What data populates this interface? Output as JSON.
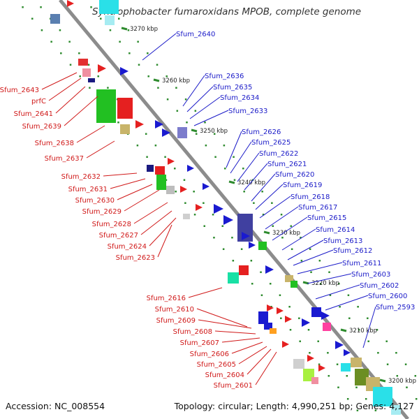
{
  "title": "Syntrophobacter fumaroxidans MPOB, complete genome",
  "footer": {
    "accession": "Accession: NC_008554",
    "summary": "Topology: circular; Length: 4,990,251 bp; Genes: 4,127"
  },
  "colors": {
    "backbone": "#888888",
    "tick": "#2e8b2e",
    "forward_label": "#1a1ac8",
    "reverse_label": "#d01818"
  },
  "scale_labels": [
    "3270 kbp",
    "3260 kbp",
    "3250 kbp",
    "3240 kbp",
    "3230 kbp",
    "3220 kbp",
    "3210 kbp",
    "3200 kbp"
  ],
  "forward_genes": [
    "Sfum_2640",
    "Sfum_2636",
    "Sfum_2635",
    "Sfum_2634",
    "Sfum_2633",
    "Sfum_2626",
    "Sfum_2625",
    "Sfum_2622",
    "Sfum_2621",
    "Sfum_2620",
    "Sfum_2619",
    "Sfum_2618",
    "Sfum_2617",
    "Sfum_2615",
    "Sfum_2614",
    "Sfum_2613",
    "Sfum_2612",
    "Sfum_2611",
    "Sfum_2603",
    "Sfum_2602",
    "Sfum_2600",
    "Sfum_2593"
  ],
  "reverse_genes": [
    "Sfum_2643",
    "prfC",
    "Sfum_2641",
    "Sfum_2639",
    "Sfum_2638",
    "Sfum_2637",
    "Sfum_2632",
    "Sfum_2631",
    "Sfum_2630",
    "Sfum_2629",
    "Sfum_2628",
    "Sfum_2627",
    "Sfum_2624",
    "Sfum_2623",
    "Sfum_2616",
    "Sfum_2610",
    "Sfum_2609",
    "Sfum_2608",
    "Sfum_2607",
    "Sfum_2606",
    "Sfum_2605",
    "Sfum_2604",
    "Sfum_2601"
  ]
}
